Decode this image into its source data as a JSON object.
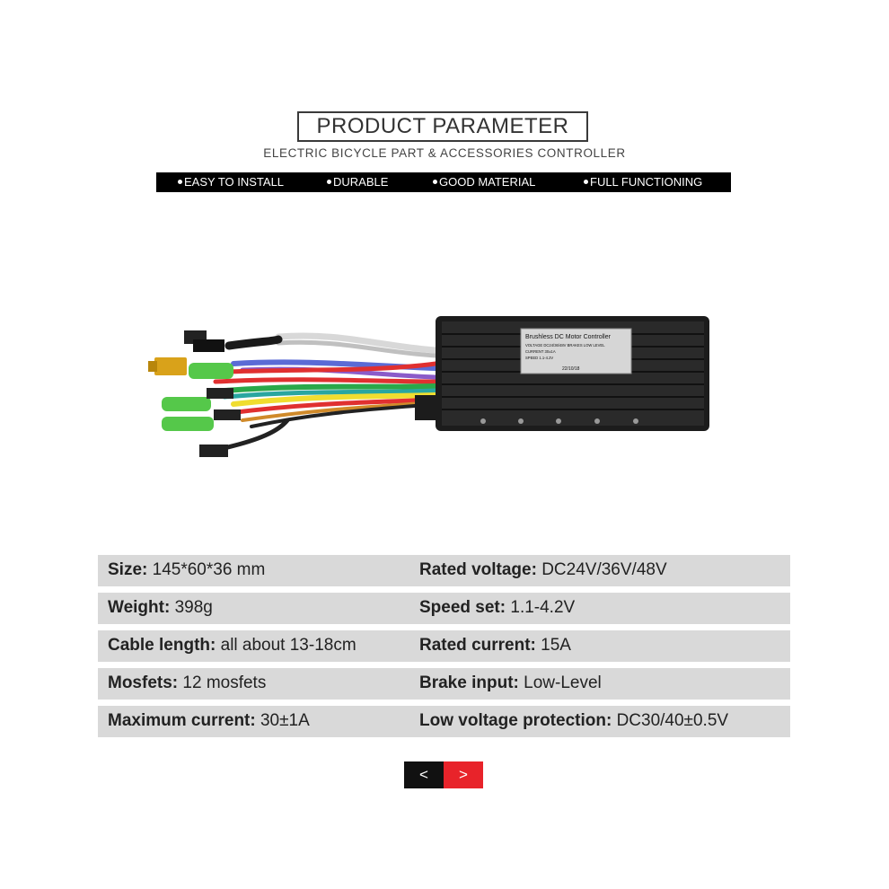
{
  "header": {
    "title": "PRODUCT PARAMETER",
    "subtitle": "ELECTRIC BICYCLE PART & ACCESSORIES CONTROLLER"
  },
  "features": [
    "EASY TO INSTALL",
    "DURABLE",
    "GOOD MATERIAL",
    "FULL FUNCTIONING"
  ],
  "product_label": {
    "line1": "Brushless DC Motor Controller",
    "line2": "VOLTAGE DC24/36/48V BRAKES LOW LEVEL",
    "line3": "CURRENT 30±1A",
    "line4": "SPEED 1.1-4.2V",
    "date": "22/10/18"
  },
  "specs": [
    {
      "left_key": "Size:",
      "left_val": "145*60*36 mm",
      "right_key": "Rated voltage:",
      "right_val": "DC24V/36V/48V"
    },
    {
      "left_key": "Weight:",
      "left_val": "398g",
      "right_key": "Speed set:",
      "right_val": "1.1-4.2V"
    },
    {
      "left_key": "Cable length:",
      "left_val": "all about 13-18cm",
      "right_key": "Rated current:",
      "right_val": "15A"
    },
    {
      "left_key": "Mosfets:",
      "left_val": "12 mosfets",
      "right_key": "Brake input:",
      "right_val": "Low-Level"
    },
    {
      "left_key": "Maximum current:",
      "left_val": "30±1A",
      "right_key": "Low voltage protection:",
      "right_val": "DC30/40±0.5V"
    }
  ],
  "nav": {
    "prev": "<",
    "next": ">"
  },
  "colors": {
    "accent": "#e8232a",
    "row_bg": "#d9d9d9",
    "bar_bg": "#000000"
  },
  "icons": {
    "prev": "chevron-left-icon",
    "next": "chevron-right-icon"
  }
}
